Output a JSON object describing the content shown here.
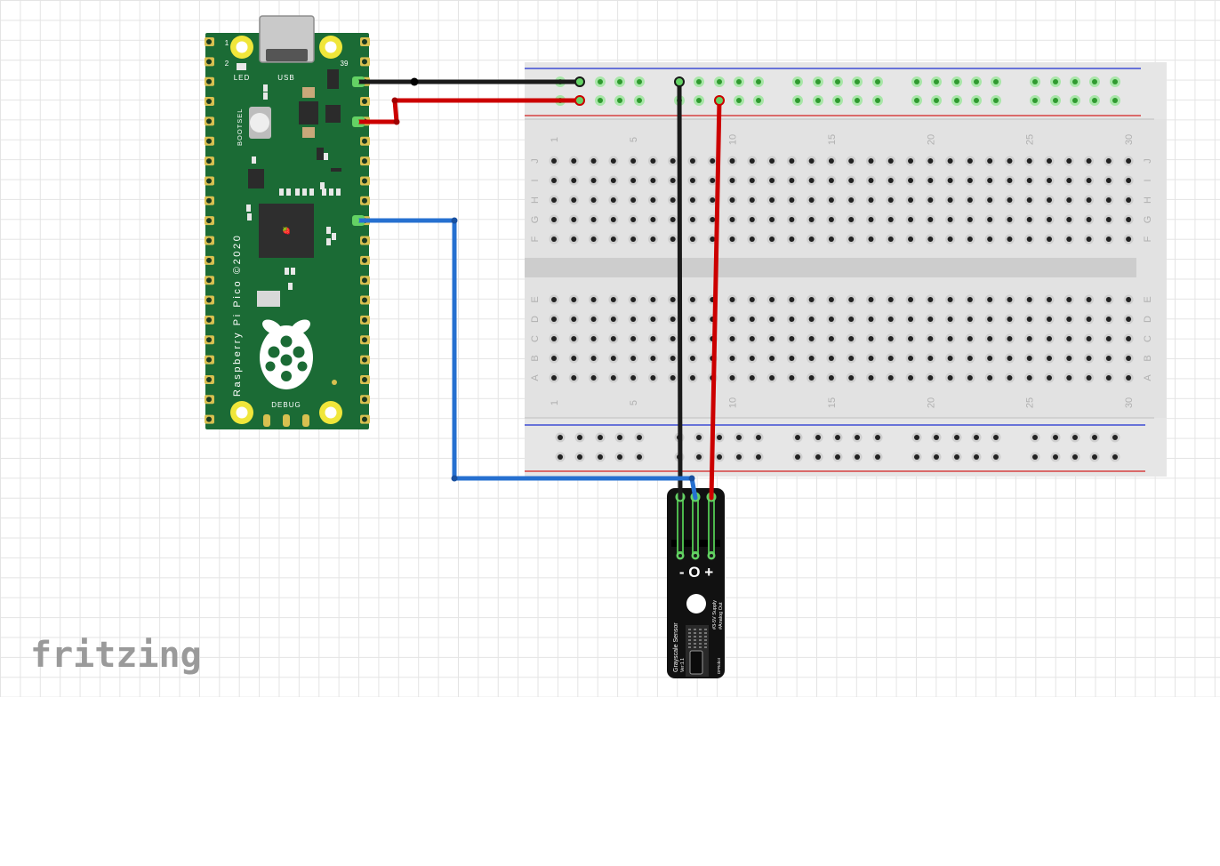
{
  "watermark": "fritzing",
  "pico": {
    "board_name": "Raspberry Pi Pico ©2020",
    "usb_label": "USB",
    "led_label": "LED",
    "bootsel_label": "BOOTSEL",
    "debug_label": "DEBUG",
    "pin1": "1",
    "pin2": "2",
    "pin39": "39"
  },
  "breadboard": {
    "rows_top": [
      "J",
      "I",
      "H",
      "G",
      "F"
    ],
    "rows_bottom": [
      "E",
      "D",
      "C",
      "B",
      "A"
    ],
    "column_numbers": [
      "1",
      "5",
      "10",
      "15",
      "20",
      "25",
      "30"
    ]
  },
  "sensor": {
    "pin_labels": "- O +",
    "name": "Grayscale Sensor",
    "version": "Ver:1.1",
    "supply": "#3-5V Supply",
    "output": "#Analog Out",
    "brand": "DFRobot"
  },
  "wires": [
    {
      "name": "black-wire",
      "color": "#1a1a1a",
      "role": "ground"
    },
    {
      "name": "red-wire",
      "color": "#cc0000",
      "role": "power"
    },
    {
      "name": "blue-wire",
      "color": "#2670d0",
      "role": "signal"
    }
  ],
  "colors": {
    "pico_board": "#1b6b35",
    "pad_gold": "#d8c050",
    "breadboard": "#e0e0e0",
    "rail_blue": "#1c2fd1",
    "rail_red": "#d42020",
    "sensor_board": "#111111",
    "connected_pin": "#64d264"
  }
}
